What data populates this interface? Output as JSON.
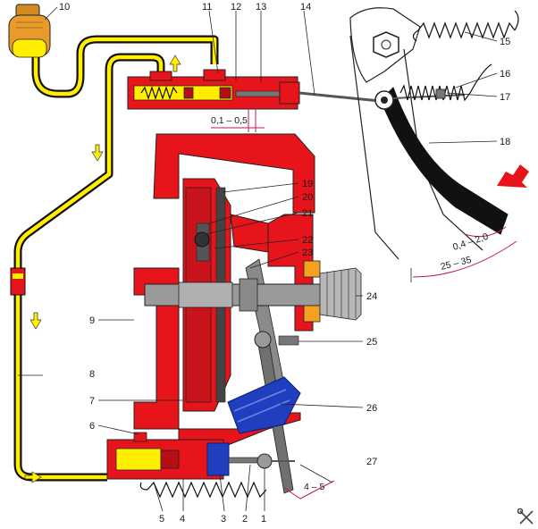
{
  "callouts": {
    "n1": "1",
    "n2": "2",
    "n3": "3",
    "n4": "4",
    "n5": "5",
    "n6": "6",
    "n7": "7",
    "n8": "8",
    "n9": "9",
    "n10": "10",
    "n11": "11",
    "n12": "12",
    "n13": "13",
    "n14": "14",
    "n15": "15",
    "n16": "16",
    "n17": "17",
    "n18": "18",
    "n19": "19",
    "n20": "20",
    "n21": "21",
    "n22": "22",
    "n23": "23",
    "n24": "24",
    "n25": "25",
    "n26": "26",
    "n27": "27"
  },
  "dimensions": {
    "master_gap": "0,1 – 0,5",
    "pedal_free_play": "0,4 – 2,0",
    "pedal_travel": "25 – 35",
    "fork_play": "4 – 5"
  },
  "colors": {
    "housing_red": "#e8141b",
    "fluid_yellow": "#ffee00",
    "pipe_black": "#111111",
    "slave_blue": "#1f3fbf",
    "reservoir_orange": "#e89a2c",
    "dimension_magenta": "#c2185b",
    "steel_gray": "#8a8a8a",
    "bearing_orange": "#f4a020"
  },
  "icons": {
    "flow_arrow": "arrow-icon",
    "press_arrow": "press-arrow-icon",
    "corner_mark": "tools-icon"
  }
}
